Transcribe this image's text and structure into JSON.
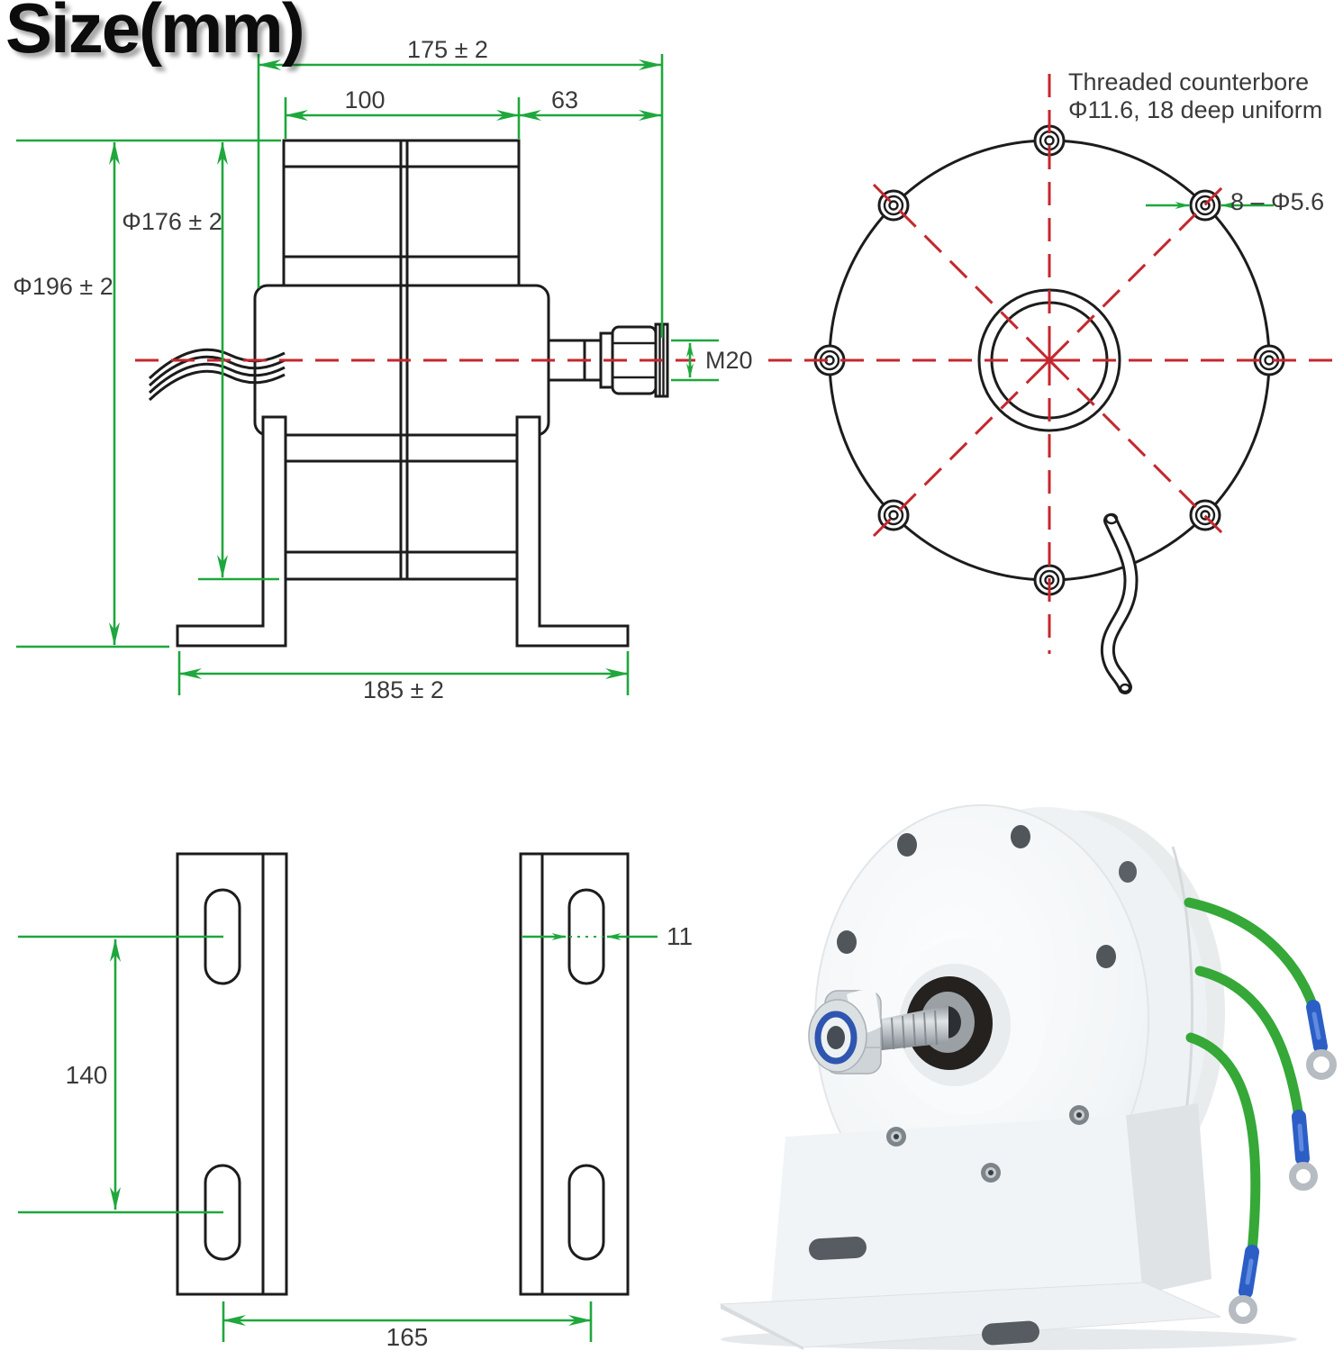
{
  "title": "Size(mm)",
  "colors": {
    "dimension_green": "#1fa73d",
    "centerline_red": "#c4272e",
    "drawing_line_black": "#1c1c1c",
    "annotation_text": "#3a3a3a",
    "wire_green": "#35a838",
    "terminal_blue": "#2c5ec6",
    "product_body_white": "#f2f4f6"
  },
  "side_view": {
    "label_total_width": "175 ± 2",
    "label_body_width": "100",
    "label_shaft_section": "63",
    "label_stator_diameter": "Φ176 ± 2",
    "label_housing_diameter": "Φ196 ± 2",
    "label_base_width": "185 ± 2",
    "label_shaft_thread": "M20"
  },
  "front_view": {
    "counterbore_note_line1": "Threaded counterbore",
    "counterbore_note_line2": "Φ11.6, 18 deep uniform",
    "bolt_holes_label": "8 – Φ5.6"
  },
  "bracket_view": {
    "label_slot_spacing": "140",
    "label_slot_width": "11",
    "label_bracket_spacing": "165"
  }
}
